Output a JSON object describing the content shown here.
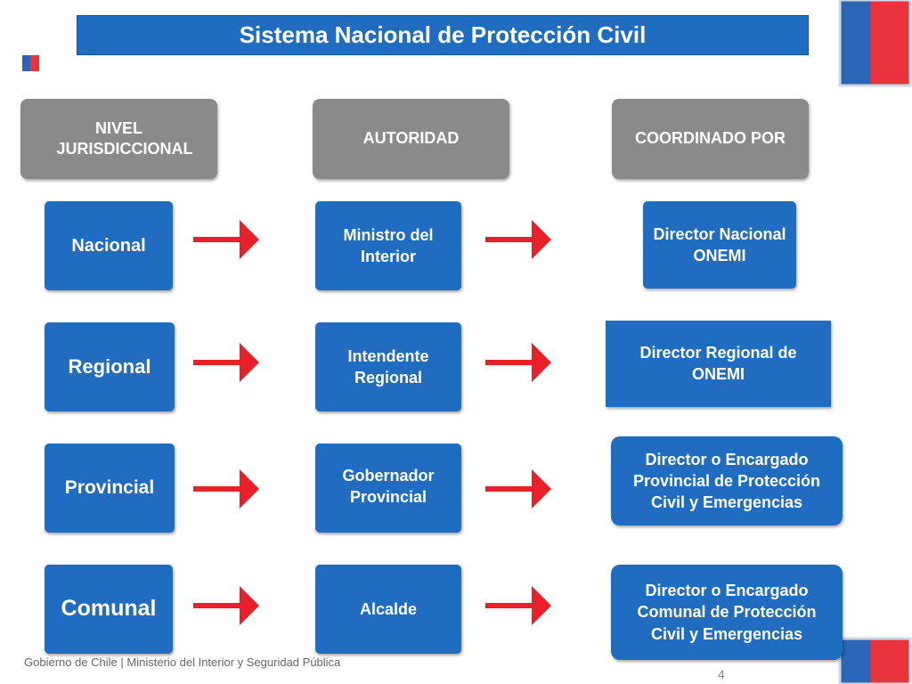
{
  "title": "Sistema Nacional de Protección Civil",
  "headers": {
    "nivel": "NIVEL JURISDICCIONAL",
    "autoridad": "AUTORIDAD",
    "coordinado": "COORDINADO POR"
  },
  "rows": [
    {
      "nivel": "Nacional",
      "autoridad": "Ministro del Interior",
      "coordinado": "Director Nacional ONEMI"
    },
    {
      "nivel": "Regional",
      "autoridad": "Intendente Regional",
      "coordinado": "Director Regional  de ONEMI"
    },
    {
      "nivel": "Provincial",
      "autoridad": "Gobernador Provincial",
      "coordinado": "Director o Encargado Provincial de Protección Civil y Emergencias"
    },
    {
      "nivel": "Comunal",
      "autoridad": "Alcalde",
      "coordinado": "Director o Encargado Comunal de Protección Civil y Emergencias"
    }
  ],
  "footer": "Gobierno de Chile | Ministerio del Interior y Seguridad Pública",
  "page_number": "4",
  "colors": {
    "box_blue": "#1f6cc1",
    "header_gray": "#8a8a8a",
    "arrow_red": "#e8202a"
  }
}
